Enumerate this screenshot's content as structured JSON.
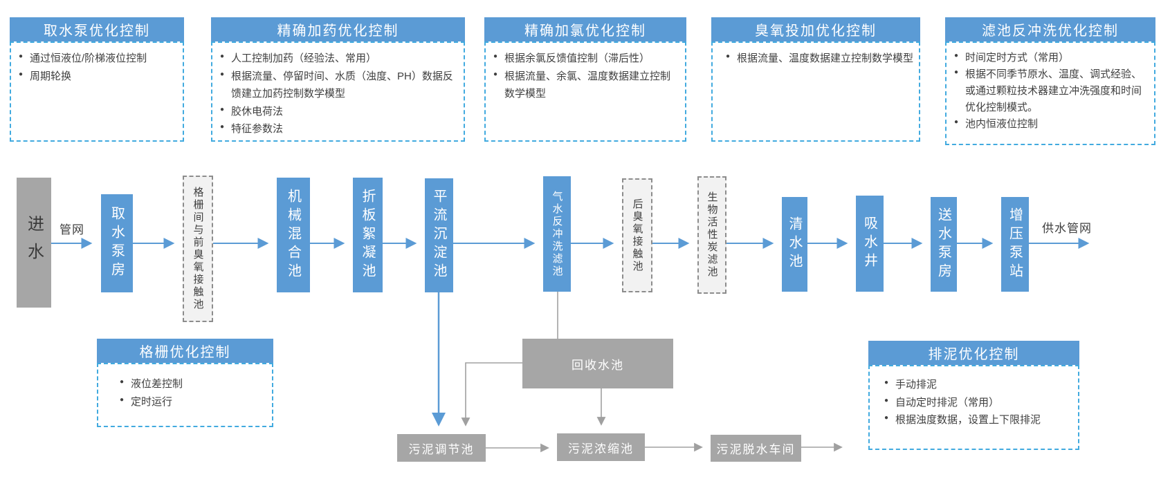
{
  "control_boxes": [
    {
      "title": "取水泵优化控制",
      "bullets": [
        "通过恒液位/阶梯液位控制",
        "周期轮换"
      ]
    },
    {
      "title": "精确加药优化控制",
      "bullets": [
        "人工控制加药（经验法、常用）",
        "根据流量、停留时间、水质（浊度、PH）数据反馈建立加药控制数学模型",
        "胶休电荷法",
        "特征参数法"
      ]
    },
    {
      "title": "精确加氯优化控制",
      "bullets": [
        "根据余氯反馈值控制（滞后性）",
        "根据流量、余氯、温度数据建立控制数学模型"
      ]
    },
    {
      "title": "臭氧投加优化控制",
      "bullets": [
        "根据流量、温度数据建立控制数学模型"
      ]
    },
    {
      "title": "滤池反冲洗优化控制",
      "bullets": [
        "时间定时方式（常用）",
        "根据不同季节原水、温度、调式经验、或通过颗粒技术器建立冲洗强度和时间优化控制模式。",
        "池内恒液位控制"
      ]
    },
    {
      "title": "格栅优化控制",
      "bullets": [
        "液位差控制",
        "定时运行"
      ]
    },
    {
      "title": "排泥优化控制",
      "bullets": [
        "手动排泥",
        "自动定时排泥（常用）",
        "根据浊度数据，设置上下限排泥"
      ]
    }
  ],
  "flow": {
    "nodes": [
      {
        "label": "进水"
      },
      {
        "label": "取水泵房"
      },
      {
        "label": "格栅间与前臭氧接触池"
      },
      {
        "label": "机械混合池"
      },
      {
        "label": "折板絮凝池"
      },
      {
        "label": "平流沉淀池"
      },
      {
        "label": "气水反冲洗滤池"
      },
      {
        "label": "后臭氧接触池"
      },
      {
        "label": "生物活性炭滤池"
      },
      {
        "label": "清水池"
      },
      {
        "label": "吸水井"
      },
      {
        "label": "送水泵房"
      },
      {
        "label": "增压泵站"
      }
    ],
    "labels": {
      "inlet_pipe": "管网",
      "outlet_pipe": "供水管网"
    }
  },
  "sludge": {
    "nodes": [
      {
        "label": "回收水池"
      },
      {
        "label": "污泥调节池"
      },
      {
        "label": "污泥浓缩池"
      },
      {
        "label": "污泥脱水车间"
      }
    ]
  },
  "colors": {
    "accent_blue": "#5B9BD5",
    "dashed_blue": "#41AADF",
    "gray_box": "#A6A6A6",
    "dashed_gray_fill": "#F2F2F2",
    "connector_gray": "#A0A0A0",
    "text_dark": "#3F3F3F"
  }
}
